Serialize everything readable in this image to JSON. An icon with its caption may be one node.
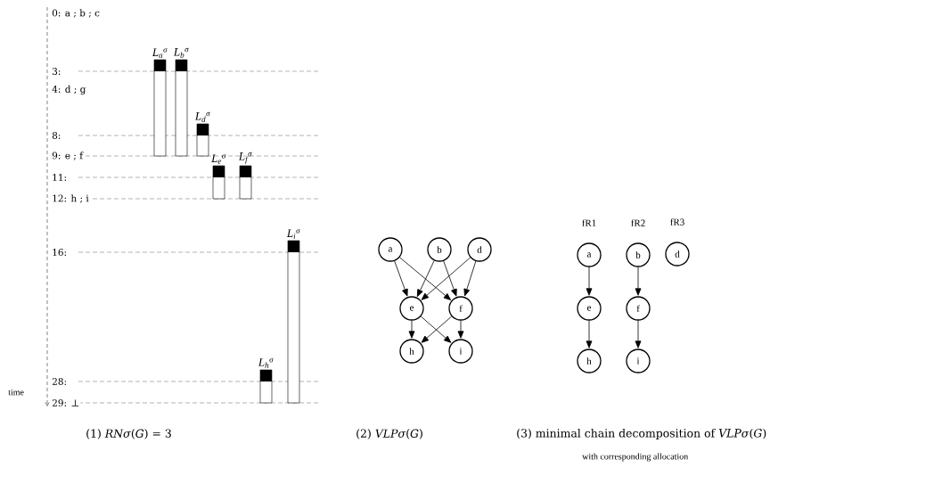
{
  "diagram": {
    "nodes": [
      {
        "text": [
          "L$_{a}$$^{σ}$"
        ]
      },
      {
        "text": [
          "L$_{b}$$^{σ}$"
        ]
      },
      {
        "text": [
          "L$_{d}$$^{σ}$"
        ]
      },
      {
        "text": [
          "L$_{e}$$^{σ}$"
        ]
      },
      {
        "text": [
          "L$_{f}$$^{σ}$"
        ]
      },
      {
        "text": [
          "L$_{h}$$^{σ}$"
        ]
      },
      {
        "text": [
          "L$_{i}$$^{σ}$"
        ]
      },
      {
        "text": [
          "a"
        ]
      },
      {
        "text": [
          "b"
        ]
      },
      {
        "text": [
          "d"
        ]
      },
      {
        "text": [
          "e"
        ]
      },
      {
        "text": [
          "f"
        ]
      },
      {
        "text": [
          "h"
        ]
      },
      {
        "text": [
          "i"
        ]
      },
      {
        "text": [
          "a"
        ],
        "beside": [
          "fR1"
        ]
      },
      {
        "text": [
          "b"
        ],
        "beside": [
          "fR2"
        ]
      },
      {
        "text": [
          "d"
        ],
        "beside": [
          "fR3"
        ]
      },
      {
        "text": [
          "e"
        ]
      },
      {
        "text": [
          "f"
        ]
      },
      {
        "text": [
          "h"
        ]
      },
      {
        "text": [
          "i"
        ]
      }
    ],
    "edges": [
      {
        "from": 7,
        "to": 10,
        "arrow": "to"
      },
      {
        "from": 7,
        "to": 11,
        "arrow": "to"
      },
      {
        "from": 8,
        "to": 10,
        "arrow": "to"
      },
      {
        "from": 8,
        "to": 11,
        "arrow": "to"
      },
      {
        "from": 9,
        "to": 10,
        "arrow": "to"
      },
      {
        "from": 9,
        "to": 11,
        "arrow": "to"
      },
      {
        "from": 10,
        "to": 12,
        "arrow": "to"
      },
      {
        "from": 10,
        "to": 13,
        "arrow": "to"
      },
      {
        "from": 11,
        "to": 12,
        "arrow": "to"
      },
      {
        "from": 11,
        "to": 13,
        "arrow": "to"
      },
      {
        "from": 14,
        "to": 17,
        "arrow": "to"
      },
      {
        "from": 17,
        "to": 19,
        "arrow": "to"
      },
      {
        "from": 15,
        "to": 18,
        "arrow": "to"
      },
      {
        "from": 18,
        "to": 20,
        "arrow": "to"
      }
    ],
    "labels": [
      "0: a ; b ; c",
      "3:",
      "4: d ; g",
      "8:",
      "9: e ; f",
      "11:",
      "12: h ; i",
      "16:",
      "28:",
      "time",
      "29: ⊥",
      "(1) *RNσ*(*G*) = 3",
      "(2) *VLPσ*(*G*)",
      "(3) minimal chain decomposition of *VLPσ*(*G*)",
      "with corresponding allocation"
    ]
  }
}
